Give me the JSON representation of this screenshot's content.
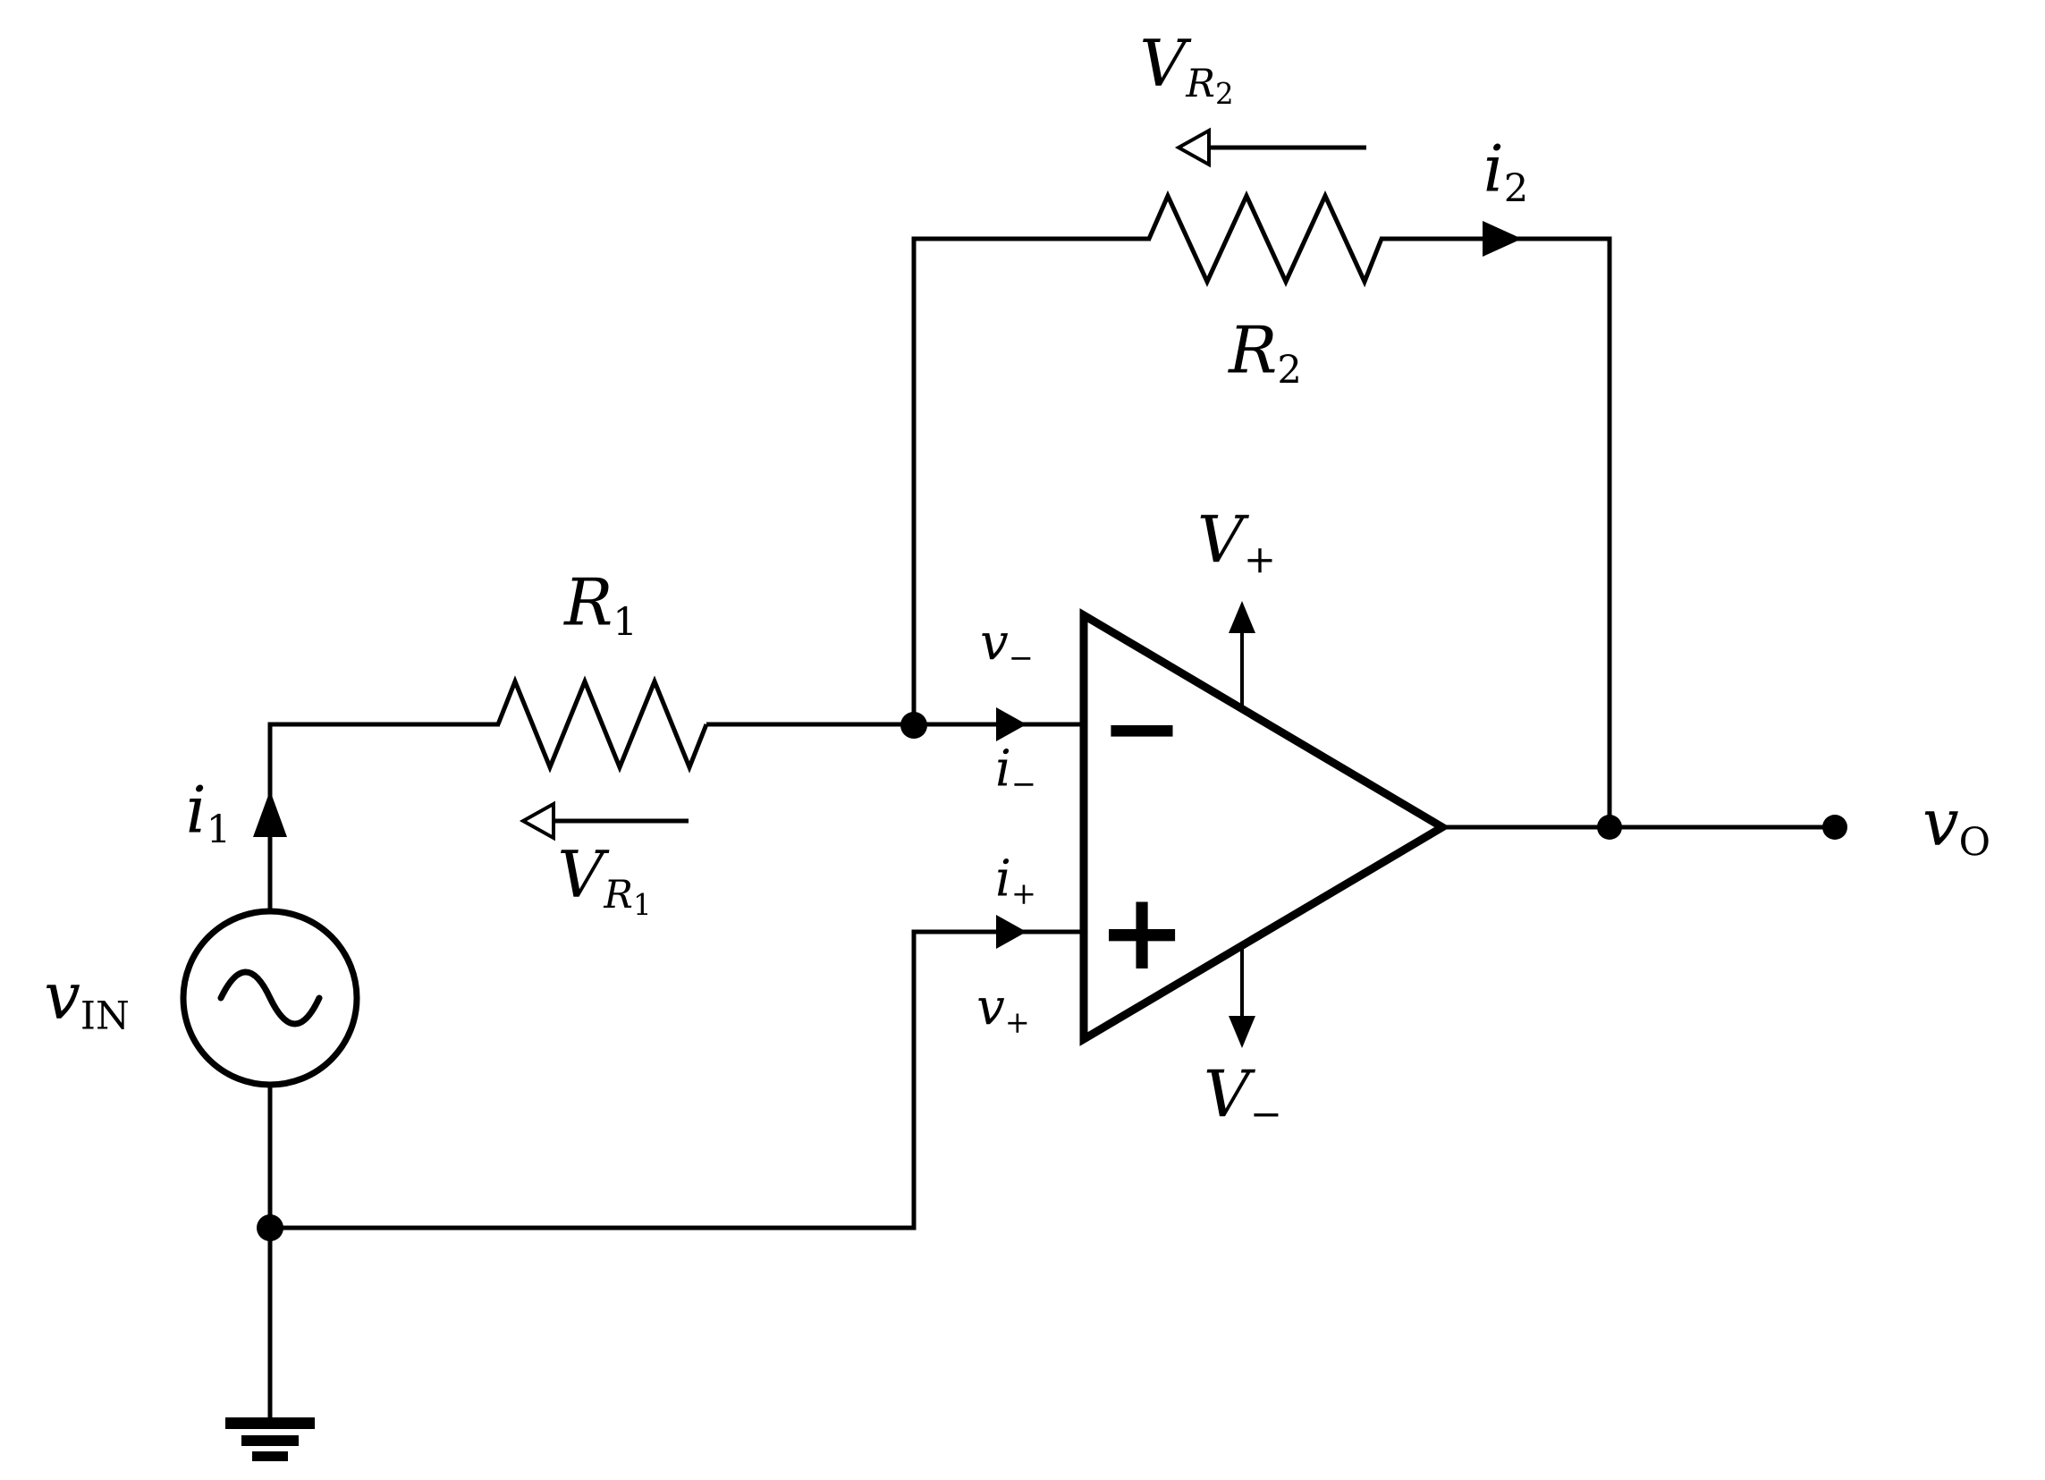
{
  "circuit": {
    "colors": {
      "ink": "#000000",
      "background": "#ffffff"
    },
    "labels": {
      "vr2": {
        "main": "V",
        "sub": "R",
        "subsub": "2"
      },
      "i2": {
        "main": "i",
        "sub": "2"
      },
      "r2": {
        "main": "R",
        "sub": "2"
      },
      "r1": {
        "main": "R",
        "sub": "1"
      },
      "vr1": {
        "main": "V",
        "sub": "R",
        "subsub": "1"
      },
      "i1": {
        "main": "i",
        "sub": "1"
      },
      "vin": {
        "main": "v",
        "sub": "IN"
      },
      "pin_v_minus": {
        "main": "v",
        "sub": "−"
      },
      "pin_i_minus": {
        "main": "i",
        "sub": "−"
      },
      "pin_i_plus": {
        "main": "i",
        "sub": "+"
      },
      "pin_v_plus": {
        "main": "v",
        "sub": "+"
      },
      "supply_v_plus": {
        "main": "V",
        "sub": "+"
      },
      "supply_v_minus": {
        "main": "V",
        "sub": "−"
      },
      "vout": {
        "main": "v",
        "sub": "O"
      }
    },
    "opamp": {
      "inverting_sign": "−",
      "noninverting_sign": "+"
    }
  }
}
